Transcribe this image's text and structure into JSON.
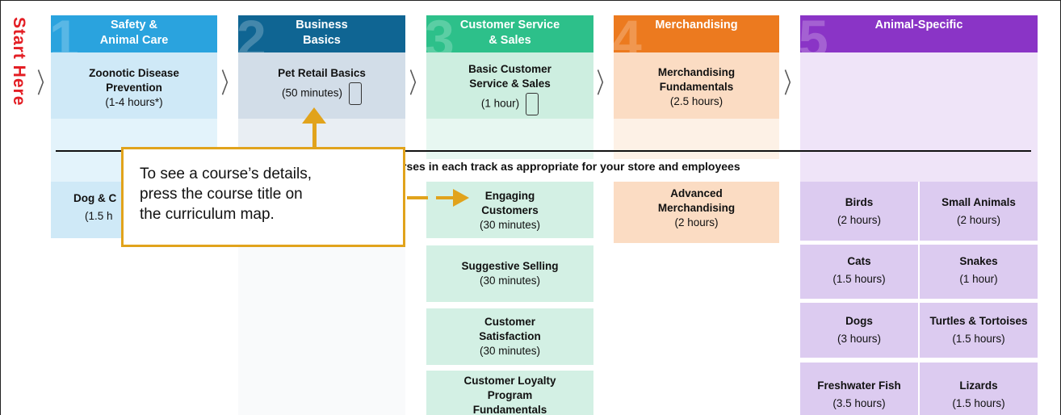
{
  "start_label": "Start Here",
  "columns": [
    {
      "num": "1",
      "title_lines": [
        "Safety &",
        "Animal Care"
      ],
      "color": "#2aa3de"
    },
    {
      "num": "2",
      "title_lines": [
        "Business",
        "Basics"
      ],
      "color": "#0f6593"
    },
    {
      "num": "3",
      "title_lines": [
        "Customer Service",
        "& Sales"
      ],
      "color": "#2dc08a"
    },
    {
      "num": "4",
      "title_lines": [
        "Merchandising",
        ""
      ],
      "color": "#ec7a1f"
    },
    {
      "num": "5",
      "title_lines": [
        "Animal-Specific",
        ""
      ],
      "color": "#8a34c6"
    }
  ],
  "core": {
    "safety": {
      "title": [
        "Zoonotic Disease",
        "Prevention"
      ],
      "duration": "(1-4 hours*)"
    },
    "business": {
      "title": "Pet Retail Basics",
      "duration": "(50 minutes)"
    },
    "service": {
      "title": [
        "Basic Customer",
        "Service & Sales"
      ],
      "duration": "(1 hour)"
    },
    "merch": {
      "title": [
        "Merchandising",
        "Fundamentals"
      ],
      "duration": "(2.5 hours)"
    }
  },
  "elective_note": "rses in each track as appropriate for your store and employees",
  "electives": {
    "safety": {
      "title": "Dog & C",
      "duration": "(1.5 h"
    },
    "service": [
      {
        "title": [
          "Engaging",
          "Customers"
        ],
        "duration": "(30 minutes)"
      },
      {
        "title": [
          "Suggestive Selling"
        ],
        "duration": "(30 minutes)"
      },
      {
        "title": [
          "Customer",
          "Satisfaction"
        ],
        "duration": "(30 minutes)"
      },
      {
        "title": [
          "Customer Loyalty",
          "Program",
          "Fundamentals"
        ],
        "duration": ""
      }
    ],
    "merch": {
      "title": [
        "Advanced",
        "Merchandising"
      ],
      "duration": "(2 hours)"
    },
    "animals": [
      {
        "title": "Birds",
        "duration": "(2 hours)"
      },
      {
        "title": "Small Animals",
        "duration": "(2 hours)"
      },
      {
        "title": "Cats",
        "duration": "(1.5 hours)"
      },
      {
        "title": "Snakes",
        "duration": "(1 hour)"
      },
      {
        "title": "Dogs",
        "duration": "(3 hours)"
      },
      {
        "title": "Turtles & Tortoises",
        "duration": "(1.5 hours)"
      },
      {
        "title": "Freshwater Fish",
        "duration": "(3.5 hours)"
      },
      {
        "title": "Lizards",
        "duration": "(1.5 hours)"
      }
    ]
  },
  "callout": {
    "lines": [
      "To see a course’s details,",
      "press the course title on",
      "the curriculum map."
    ]
  },
  "icons": {
    "chevron": "chevron-right-icon",
    "phone": "mobile-phone-icon",
    "arrow": "arrow-icon"
  }
}
